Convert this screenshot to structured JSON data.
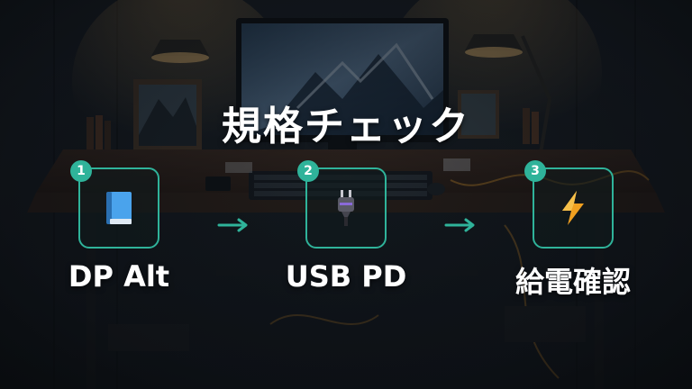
{
  "title": "規格チェック",
  "colors": {
    "accent": "#2fb39a",
    "text": "#ffffff"
  },
  "steps": [
    {
      "number": "1",
      "icon": "book-icon",
      "label": "DP Alt"
    },
    {
      "number": "2",
      "icon": "power-plug-icon",
      "label": "USB PD"
    },
    {
      "number": "3",
      "icon": "lightning-bolt-icon",
      "label": "給電確認"
    }
  ]
}
